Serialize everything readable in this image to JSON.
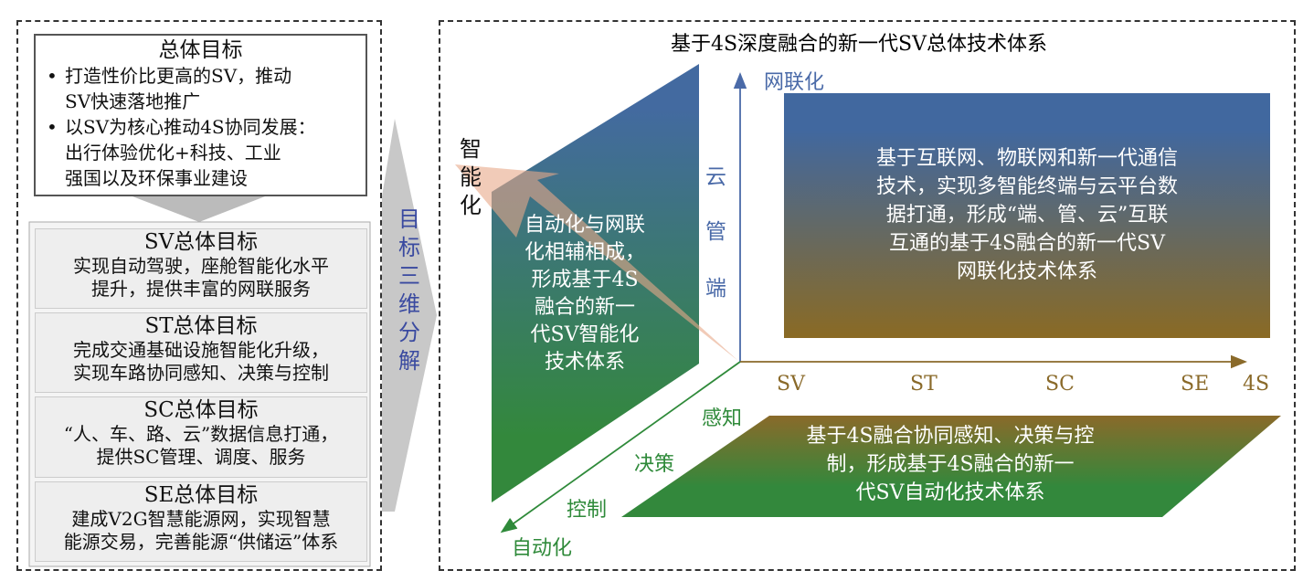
{
  "left": {
    "overall": {
      "title": "总体目标",
      "bullets": [
        "打造性价比更高的SV，推动SV快速落地推广",
        "以SV为核心推动4S协同发展：出行体验优化+科技、工业强国以及环保事业建设"
      ],
      "lines": [
        "打造性价比更高的SV，推动",
        "SV快速落地推广",
        "以SV为核心推动4S协同发展：",
        "出行体验优化+科技、工业",
        "强国以及环保事业建设"
      ]
    },
    "goals": [
      {
        "title": "SV总体目标",
        "l1": "实现自动驾驶，座舱智能化水平",
        "l2": "提升，提供丰富的网联服务"
      },
      {
        "title": "ST总体目标",
        "l1": "完成交通基础设施智能化升级，",
        "l2": "实现车路协同感知、决策与控制"
      },
      {
        "title": "SC总体目标",
        "l1": "“人、车、路、云”数据信息打通，",
        "l2": "提供SC管理、调度、服务"
      },
      {
        "title": "SE总体目标",
        "l1": "建成V2G智慧能源网，实现智慧",
        "l2": "能源交易，完善能源“供储运”体系"
      }
    ]
  },
  "arrow_label": "目标三维分解",
  "right": {
    "title": "基于4S深度融合的新一代SV总体技术体系",
    "axis_up": "网联化",
    "axis_diag": "自动化",
    "axis_left": "智能化",
    "cloud_labels": [
      "云",
      "管",
      "端"
    ],
    "x_labels": [
      "SV",
      "ST",
      "SC",
      "SE",
      "4S"
    ],
    "diag_labels": [
      "感知",
      "决策",
      "控制"
    ],
    "panel_intel": [
      "自动化与网联",
      "化相辅相成，",
      "形成基于4S",
      "融合的新一",
      "代SV智能化",
      "技术体系"
    ],
    "panel_net": [
      "基于互联网、物联网和新一代通信",
      "技术，实现多智能终端与云平台数",
      "据打通，形成“端、管、云”互联",
      "互通的基于4S融合的新一代SV",
      "网联化技术体系"
    ],
    "panel_auto": [
      "基于4S融合协同感知、决策与控",
      "制，形成基于4S融合的新一",
      "代SV自动化技术体系"
    ]
  },
  "colors": {
    "blue": "#3d67a3",
    "green": "#2f8a3a",
    "brown": "#8a6a2a",
    "axis_blue": "#4a6aa8"
  }
}
